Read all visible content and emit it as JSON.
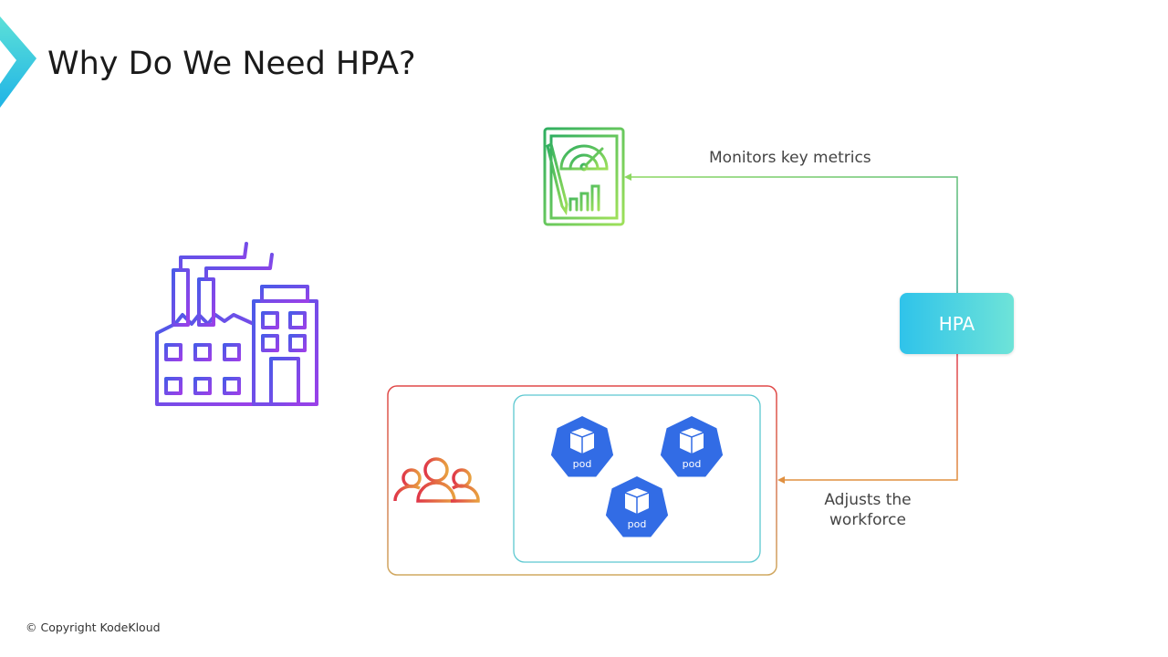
{
  "title": "Why Do We Need HPA?",
  "labels": {
    "monitor": "Monitors key metrics",
    "adjust_line1": "Adjusts the",
    "adjust_line2": "workforce"
  },
  "hpa": {
    "label": "HPA"
  },
  "pods": [
    {
      "label": "pod"
    },
    {
      "label": "pod"
    },
    {
      "label": "pod"
    }
  ],
  "footer": {
    "copyright": "© Copyright KodeKloud"
  },
  "colors": {
    "factory": "#7b4ff0",
    "metrics": "#4cc36a",
    "hpa": "#2fc3ea",
    "pod": "#326ce5",
    "people": "#e05a3a"
  }
}
